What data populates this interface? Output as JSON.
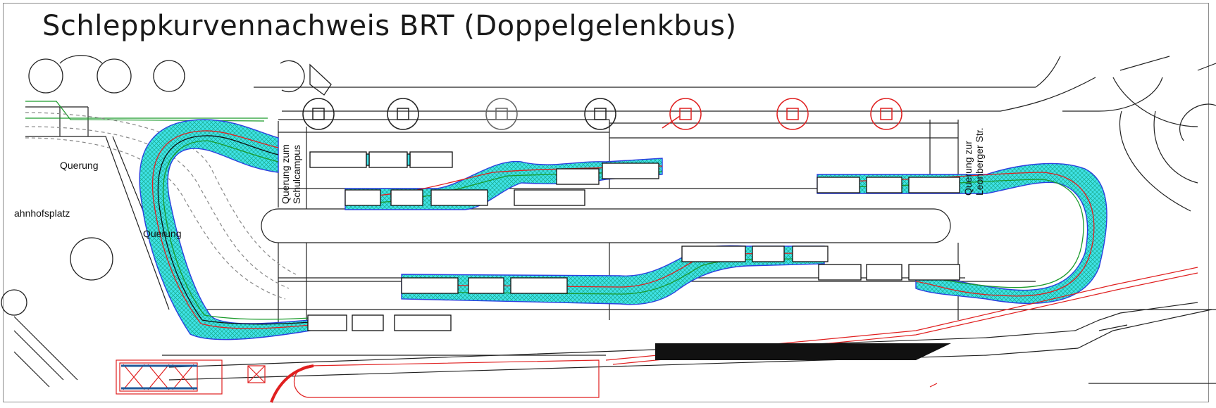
{
  "title": "Schleppkurvennachweis BRT (Doppelgelenkbus)",
  "labels": {
    "querung_left": "Querung",
    "bahnhofsplatz": "ahnhofsplatz",
    "querung_mid": "Querung",
    "schulcampus_line1": "Querung zum",
    "schulcampus_line2": "Schulcampus",
    "leonberger_line1": "Querung zur",
    "leonberger_line2": "Leonberger Str."
  },
  "colors": {
    "swept_path_fill": "#33e0e6",
    "swept_path_hatch": "#1aa88a",
    "outline_blue": "#2b3fe0",
    "track_red": "#e02020",
    "track_green": "#1a9a2a",
    "drawing_line": "#222222",
    "proposed_red": "#e02020"
  },
  "stops": {
    "black_stops_count": 4,
    "red_stops_count": 3
  }
}
